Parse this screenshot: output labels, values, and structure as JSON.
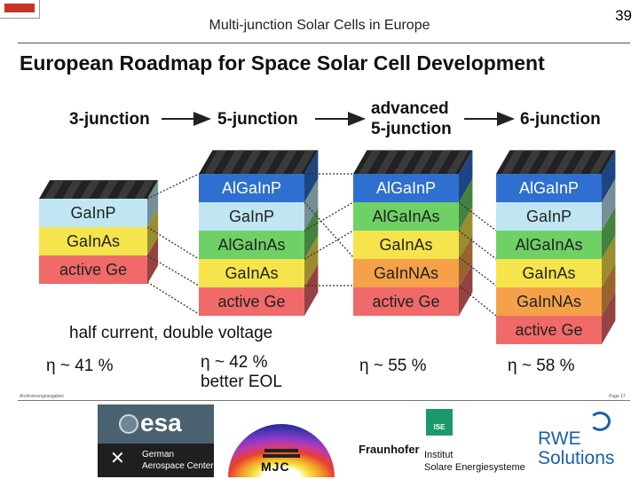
{
  "page_number": "39",
  "header_title": "Multi-junction Solar Cells in Europe",
  "main_title": "European Roadmap for Space Solar Cell Development",
  "stages": [
    {
      "label": "3-junction"
    },
    {
      "label": "5-junction"
    },
    {
      "label_line1": "advanced",
      "label_line2": "5-junction"
    },
    {
      "label": "6-junction"
    }
  ],
  "cells": [
    {
      "layers": [
        "GaInP",
        "GaInAs",
        "active Ge"
      ]
    },
    {
      "layers": [
        "AlGaInP",
        "GaInP",
        "AlGaInAs",
        "GaInAs",
        "active Ge"
      ]
    },
    {
      "layers": [
        "AlGaInP",
        "AlGaInAs",
        "GaInAs",
        "GaInNAs",
        "active Ge"
      ]
    },
    {
      "layers": [
        "AlGaInP",
        "GaInP",
        "AlGaInAs",
        "GaInAs",
        "GaInNAs",
        "active Ge"
      ]
    }
  ],
  "efficiencies": [
    "η ~ 41 %",
    "η ~ 42 %",
    "η ~ 55 %",
    "η ~ 58 %"
  ],
  "half_current_note": "half current, double voltage",
  "better_eol_note": "better EOL",
  "layer_colors": {
    "AlGaInP": "#2f6fd0",
    "GaInP": "#bfe6f2",
    "AlGaInAs": "#6fd066",
    "GaInAs": "#f6e44c",
    "GaInNAs": "#f4a14a",
    "active Ge": "#f06a6a"
  },
  "footer": {
    "left_small": "Archivierungsangaben",
    "right_small": "Page 17"
  },
  "logos": {
    "esa": {
      "word": "esa",
      "line1": "German",
      "line2": "Aerospace Center",
      "mark": "DLR"
    },
    "mjc": {
      "word": "MJC"
    },
    "fraunhofer": {
      "name": "Fraunhofer",
      "mark": "ISE",
      "line1": "Institut",
      "line2": "Solare Energiesysteme"
    },
    "rwe": {
      "line1": "RWE",
      "line2": "Solutions"
    }
  }
}
